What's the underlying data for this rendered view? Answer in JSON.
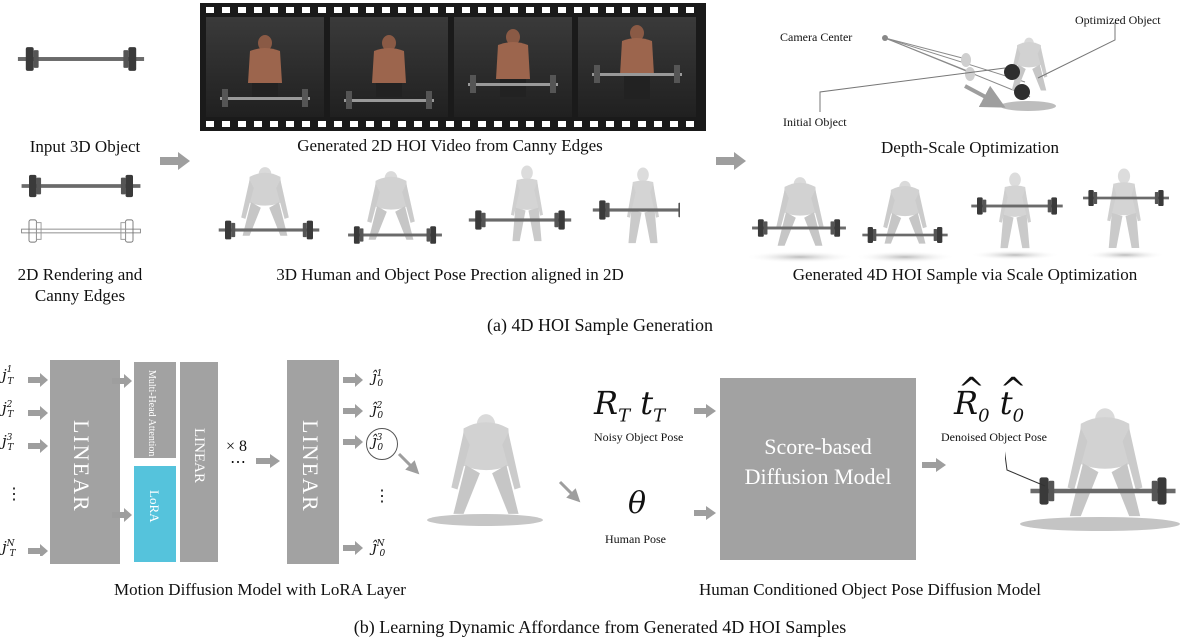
{
  "panel_a": {
    "input_label": "Input 3D Object",
    "render_label_1": "2D Rendering and",
    "render_label_2": "Canny Edges",
    "video_label": "Generated 2D HOI Video from Canny Edges",
    "pose_label": "3D Human and Object Pose Prection aligned in 2D",
    "depth_label": "Depth-Scale Optimization",
    "camera_center": "Camera Center",
    "optimized_object": "Optimized Object",
    "initial_object": "Initial Object",
    "sample_label": "Generated 4D HOI Sample via Scale Optimization",
    "caption": "(a) 4D HOI Sample Generation"
  },
  "panel_b": {
    "linear": "LINEAR",
    "mha": "Multi-Head Attention",
    "lora": "LoRA",
    "times8": "× 8",
    "dots_h": "⋯",
    "dots_v": "⋮",
    "inputs": [
      "j",
      "j",
      "j",
      "j"
    ],
    "input_sup": [
      "1",
      "2",
      "3",
      "N"
    ],
    "input_sub": "T",
    "outputs_sup": [
      "1",
      "2",
      "3",
      "N"
    ],
    "output_sub": "0",
    "mdm_label": "Motion Diffusion Model with LoRA Layer",
    "noisy_R": "R",
    "noisy_t": "t",
    "noisy_sub": "T",
    "noisy_label": "Noisy Object Pose",
    "theta": "θ",
    "human_pose": "Human Pose",
    "score_model_1": "Score-based",
    "score_model_2": "Diffusion Model",
    "denoised_R": "R",
    "denoised_t": "t",
    "denoised_sub": "0",
    "denoised_label": "Denoised Object Pose",
    "hc_label": "Human Conditioned Object Pose Diffusion Model",
    "caption": "(b) Learning Dynamic Affordance from Generated 4D HOI Samples"
  },
  "colors": {
    "arrow": "#9e9e9e",
    "block": "#a2a2a2",
    "lora": "#55c3dc",
    "film": "#1a1a1a"
  }
}
